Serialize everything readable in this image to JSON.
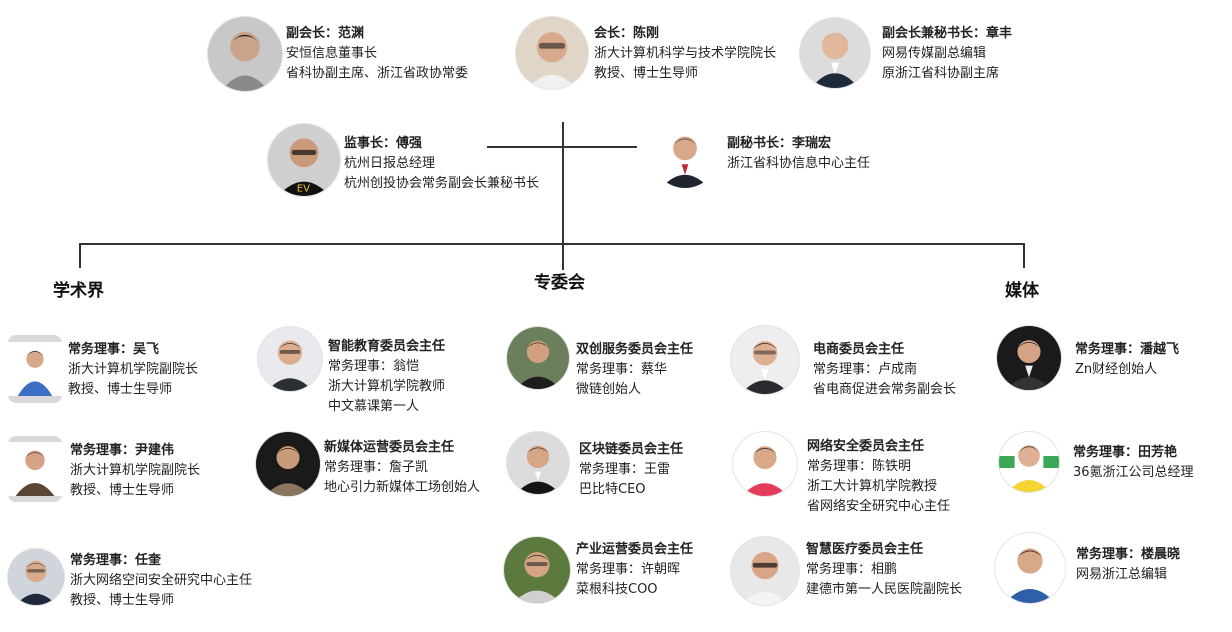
{
  "colors": {
    "line": "#333333",
    "text": "#222222"
  },
  "top": [
    {
      "title": "副会长：范渊",
      "lines": [
        "安恒信息董事长",
        "省科协副主席、浙江省政协常委"
      ]
    },
    {
      "title": "会长：陈刚",
      "lines": [
        "浙大计算机科学与技术学院院长",
        "教授、博士生导师"
      ]
    },
    {
      "title": "副会长兼秘书长：章丰",
      "lines": [
        "网易传媒副总编辑",
        "原浙江省科协副主席"
      ]
    }
  ],
  "second": [
    {
      "title": "监事长：傅强",
      "lines": [
        "杭州日报总经理",
        "杭州创投协会常务副会长兼秘书长"
      ]
    },
    {
      "title": "副秘书长：李瑞宏",
      "lines": [
        "浙江省科协信息中心主任"
      ]
    }
  ],
  "branches": {
    "academic": "学术界",
    "committee": "专委会",
    "media": "媒体"
  },
  "academic": [
    {
      "title": "常务理事：吴飞",
      "lines": [
        "浙大计算机学院副院长",
        "教授、博士生导师"
      ]
    },
    {
      "title": "常务理事：尹建伟",
      "lines": [
        "浙大计算机学院副院长",
        "教授、博士生导师"
      ]
    },
    {
      "title": "常务理事：任奎",
      "lines": [
        "浙大网络空间安全研究中心主任",
        "教授、博士生导师"
      ]
    }
  ],
  "committees": [
    {
      "title": "智能教育委员会主任",
      "lines": [
        "常务理事：翁恺",
        "浙大计算机学院教师",
        "中文慕课第一人"
      ]
    },
    {
      "title": "新媒体运营委员会主任",
      "lines": [
        "常务理事：詹子凯",
        "地心引力新媒体工场创始人"
      ]
    },
    {
      "title": "双创服务委员会主任",
      "lines": [
        "常务理事：蔡华",
        "微链创始人"
      ]
    },
    {
      "title": "区块链委员会主任",
      "lines": [
        "常务理事：王雷",
        "巴比特CEO"
      ]
    },
    {
      "title": "产业运营委员会主任",
      "lines": [
        "常务理事：许朝晖",
        "菜根科技COO"
      ]
    },
    {
      "title": "电商委员会主任",
      "lines": [
        "常务理事：卢成南",
        "省电商促进会常务副会长"
      ]
    },
    {
      "title": "网络安全委员会主任",
      "lines": [
        "常务理事：陈铁明",
        "浙工大计算机学院教授",
        "省网络安全研究中心主任"
      ]
    },
    {
      "title": "智慧医疗委员会主任",
      "lines": [
        "常务理事：相鹏",
        "建德市第一人民医院副院长"
      ]
    }
  ],
  "media": [
    {
      "title": "常务理事：潘越飞",
      "lines": [
        "Zn财经创始人"
      ]
    },
    {
      "title": "常务理事：田芳艳",
      "lines": [
        "36氪浙江公司总经理"
      ]
    },
    {
      "title": "常务理事：楼晨晓",
      "lines": [
        "网易浙江总编辑"
      ]
    }
  ]
}
